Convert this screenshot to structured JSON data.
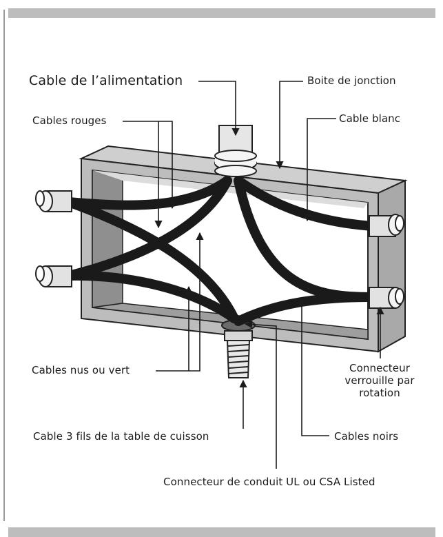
{
  "labels": {
    "power_cable": "Cable de l’alimentation",
    "junction_box": "Boite de jonction",
    "red_cables": "Cables rouges",
    "white_cable": "Cable blanc",
    "bare_green_cables": "Cables nus ou vert",
    "rotation_connector": "Connecteur verrouille par rotation",
    "cooktop_cable": "Cable 3 fils de la table de cuisson",
    "black_cables": "Cables noirs",
    "conduit_connector": "Connecteur de conduit UL ou CSA Listed"
  },
  "colors": {
    "frame_bar": "#bdbdbd",
    "box_gray": "#b4b4b4",
    "box_dark": "#8f8f8f",
    "wire": "#1a1a1a",
    "text": "#1c1c1c"
  }
}
